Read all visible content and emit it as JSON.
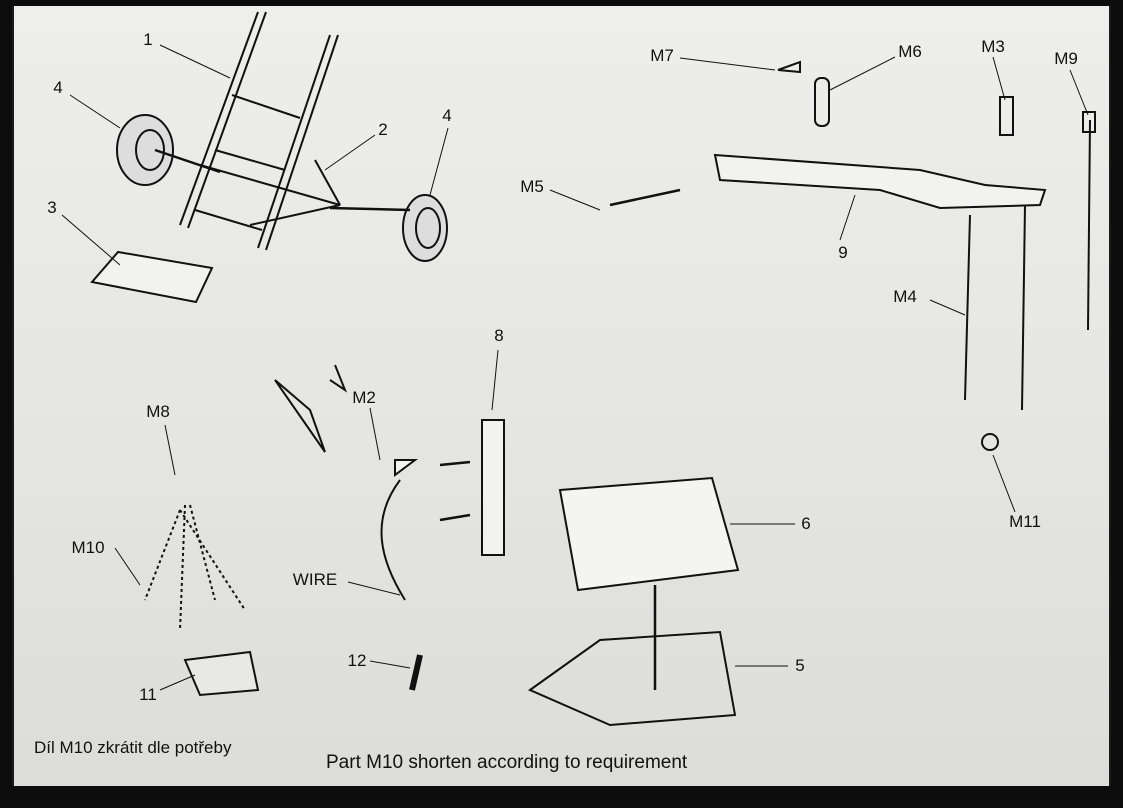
{
  "labels": {
    "p1": "1",
    "p2": "2",
    "p3": "3",
    "p4a": "4",
    "p4b": "4",
    "m7": "M7",
    "m6": "M6",
    "m3": "M3",
    "m9": "M9",
    "m5": "M5",
    "p9": "9",
    "m4": "M4",
    "m11": "M11",
    "m8": "M8",
    "m2": "M2",
    "p8": "8",
    "m10": "M10",
    "wire": "WIRE",
    "p6": "6",
    "p12": "12",
    "p11": "11",
    "p5": "5"
  },
  "notes": {
    "czech": "Díl M10 zkrátit dle potřeby",
    "english": "Part M10 shorten according to requirement"
  }
}
